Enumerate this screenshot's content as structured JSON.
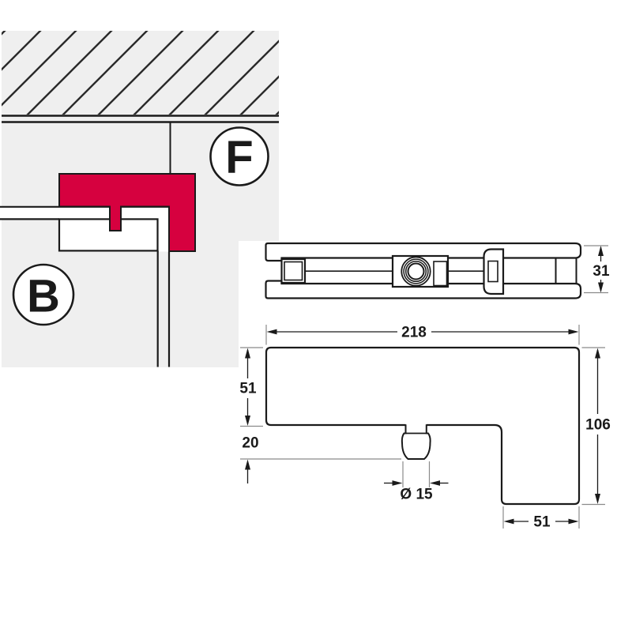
{
  "schematic": {
    "ceiling_label": "F",
    "glass_label": "B",
    "highlight_color": "#d6013f",
    "panel_color": "#efefef",
    "line_color": "#1a1a1a"
  },
  "top_view": {
    "depth": "31"
  },
  "front_view": {
    "width": "218",
    "clamp_height": "51",
    "pin_protrusion": "20",
    "total_height": "106",
    "pin_diameter": "Ø 15",
    "leg_width": "51"
  }
}
